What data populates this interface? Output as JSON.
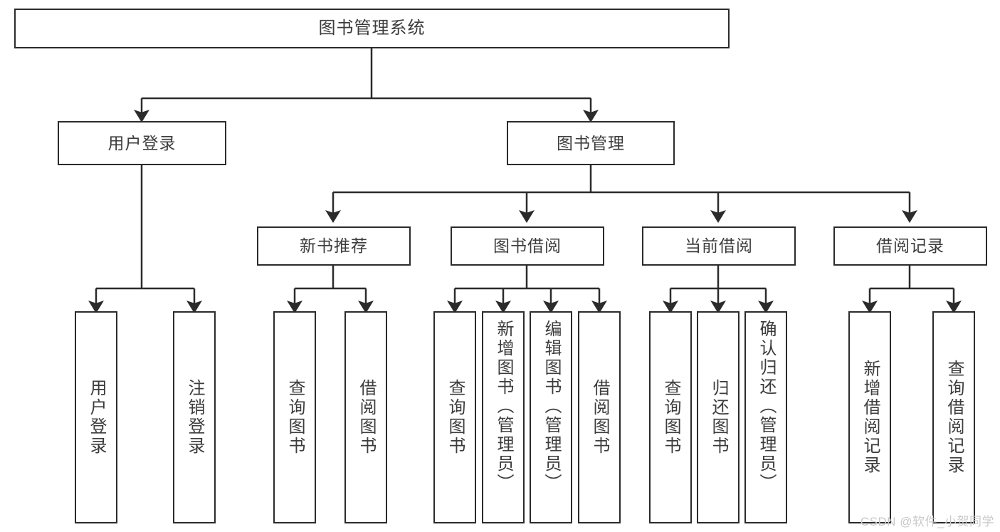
{
  "diagram": {
    "title": "图书管理系统",
    "type": "tree",
    "watermark": "CSDN @软件_小贺同学",
    "colors": {
      "stroke": "#2b2b2b",
      "text": "#3c3c3c",
      "background": "#ffffff",
      "watermark": "#c9c9c9"
    },
    "nodes": {
      "root": {
        "label": "图书管理系统"
      },
      "tier1": [
        {
          "label": "用户登录"
        },
        {
          "label": "图书管理"
        }
      ],
      "tier2": [
        {
          "label": "新书推荐"
        },
        {
          "label": "图书借阅"
        },
        {
          "label": "当前借阅"
        },
        {
          "label": "借阅记录"
        }
      ],
      "leaves": {
        "user_login": [
          {
            "label": "用户登录"
          },
          {
            "label": "注销登录"
          }
        ],
        "new_book_recommend": [
          {
            "label": "查询图书"
          },
          {
            "label": "借阅图书"
          }
        ],
        "book_borrow": [
          {
            "label": "查询图书"
          },
          {
            "label": "新增图书（管理员）"
          },
          {
            "label": "编辑图书（管理员）"
          },
          {
            "label": "借阅图书"
          }
        ],
        "current_borrow": [
          {
            "label": "查询图书"
          },
          {
            "label": "归还图书"
          },
          {
            "label": "确认归还（管理员）"
          }
        ],
        "borrow_records": [
          {
            "label": "新增借阅记录"
          },
          {
            "label": "查询借阅记录"
          }
        ]
      }
    }
  }
}
